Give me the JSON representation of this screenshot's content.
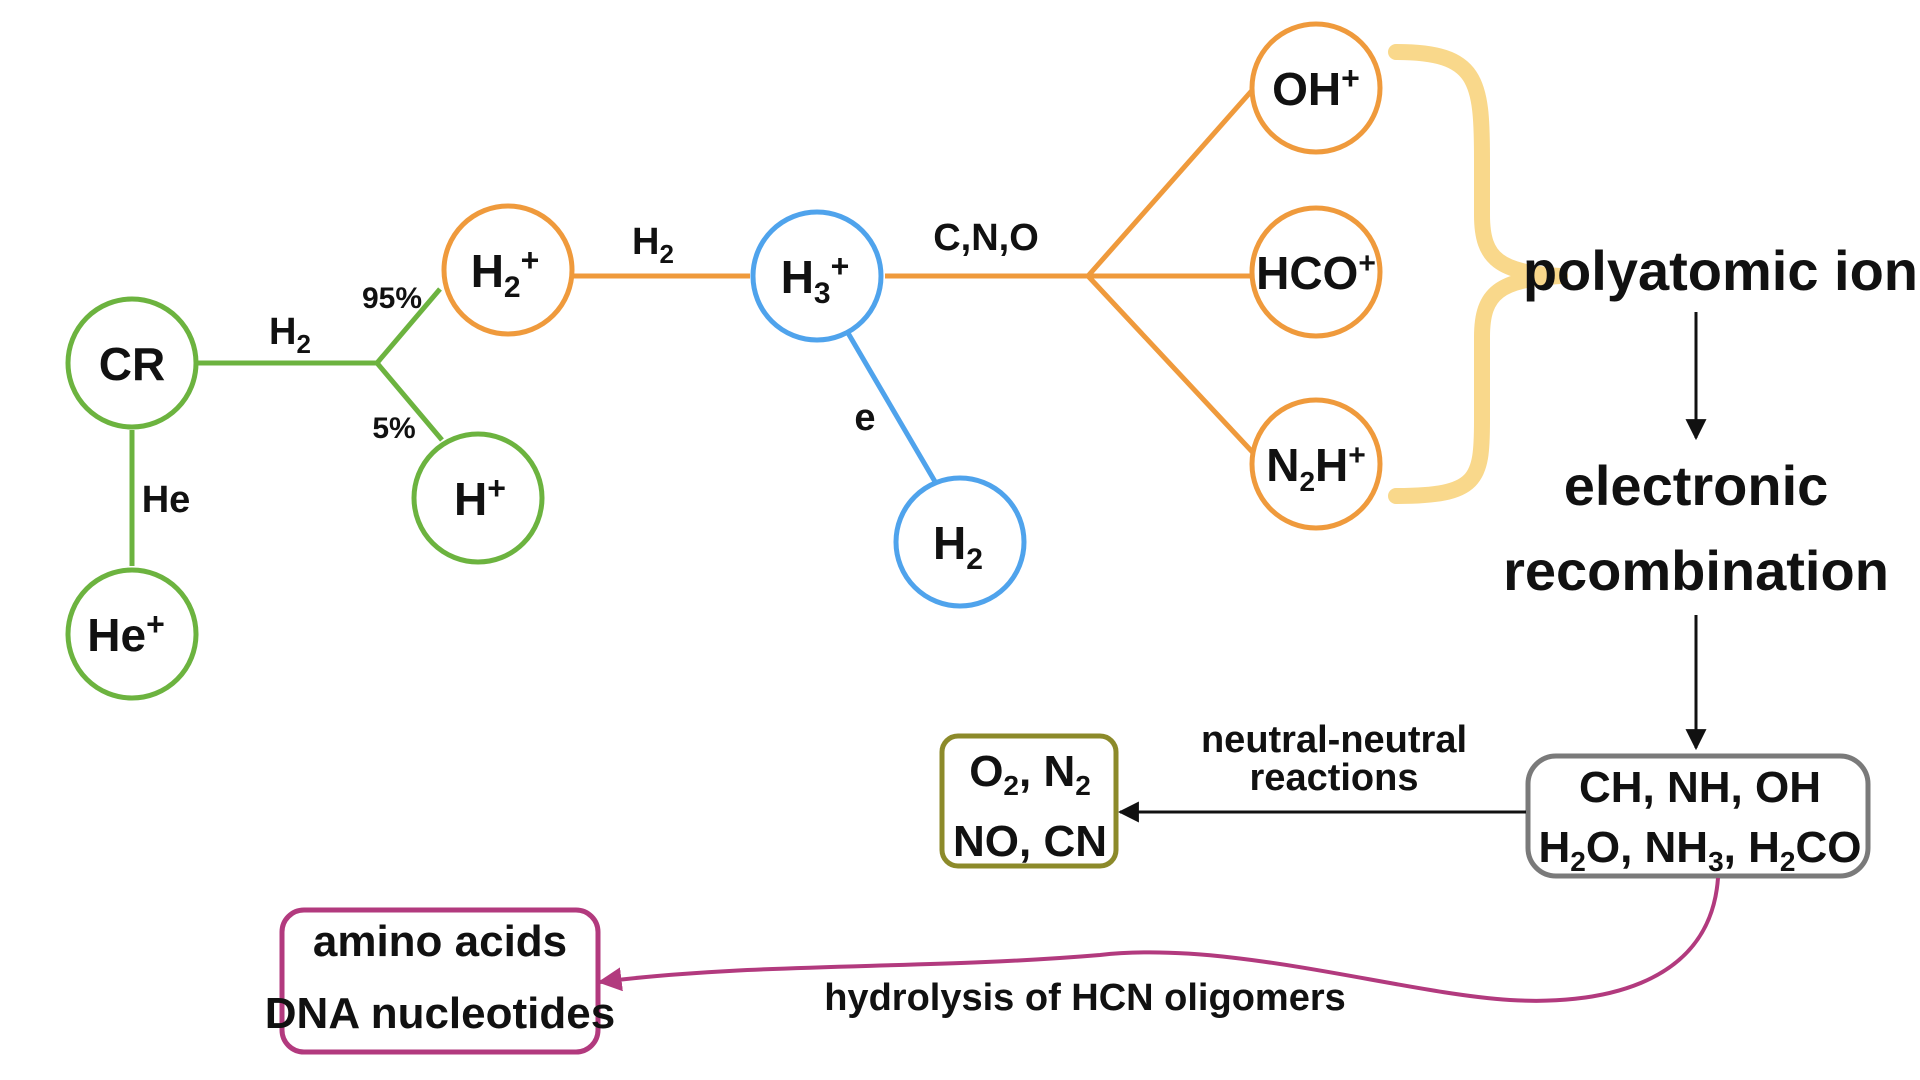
{
  "colors": {
    "green": "#6cb33f",
    "orange": "#ef9a3c",
    "blue": "#4fa3ec",
    "brace": "#f9d88b",
    "olive": "#8c8a2a",
    "gray": "#7a7a7a",
    "magenta": "#b23a7e",
    "black": "#111111"
  },
  "nodes": {
    "cr": "CR",
    "he_plus": {
      "base": "He",
      "sup": "+"
    },
    "h_plus": {
      "base": "H",
      "sup": "+"
    },
    "h2_plus": {
      "base": "H",
      "sub": "2",
      "sup": "+"
    },
    "h3_plus": {
      "base": "H",
      "sub": "3",
      "sup": "+"
    },
    "h2": {
      "base": "H",
      "sub": "2"
    },
    "oh_plus": {
      "base": "OH",
      "sup": "+"
    },
    "hco_plus": {
      "base": "HCO",
      "sup": "+"
    },
    "n2h_plus": {
      "base": "N",
      "sub": "2",
      "after": "H",
      "sup": "+"
    }
  },
  "edge_labels": {
    "cr_branch": {
      "base": "H",
      "sub": "2"
    },
    "cr_he": "He",
    "pct_95": "95%",
    "pct_5": "5%",
    "h2p_h3p": {
      "base": "H",
      "sub": "2"
    },
    "h3p_branch": "C,N,O",
    "h3p_h2": "e"
  },
  "right_flow": {
    "polyatomic": "polyatomic ions",
    "recombination_line1": "electronic",
    "recombination_line2": "recombination"
  },
  "molecules_box": {
    "line1": "CH, NH, OH",
    "line2": {
      "a": "H",
      "a_sub": "2",
      "b": "O, NH",
      "b_sub": "3",
      "c": ", H",
      "c_sub": "2",
      "d": "CO"
    }
  },
  "neutral_box": {
    "line1": {
      "a": "O",
      "a_sub": "2",
      "b": ", N",
      "b_sub": "2"
    },
    "line2": "NO, CN"
  },
  "neutral_reactions": {
    "line1": "neutral-neutral",
    "line2": "reactions"
  },
  "amino_box": {
    "line1": "amino acids",
    "line2": "DNA nucleotides"
  },
  "hydrolysis_label": "hydrolysis of HCN oligomers"
}
